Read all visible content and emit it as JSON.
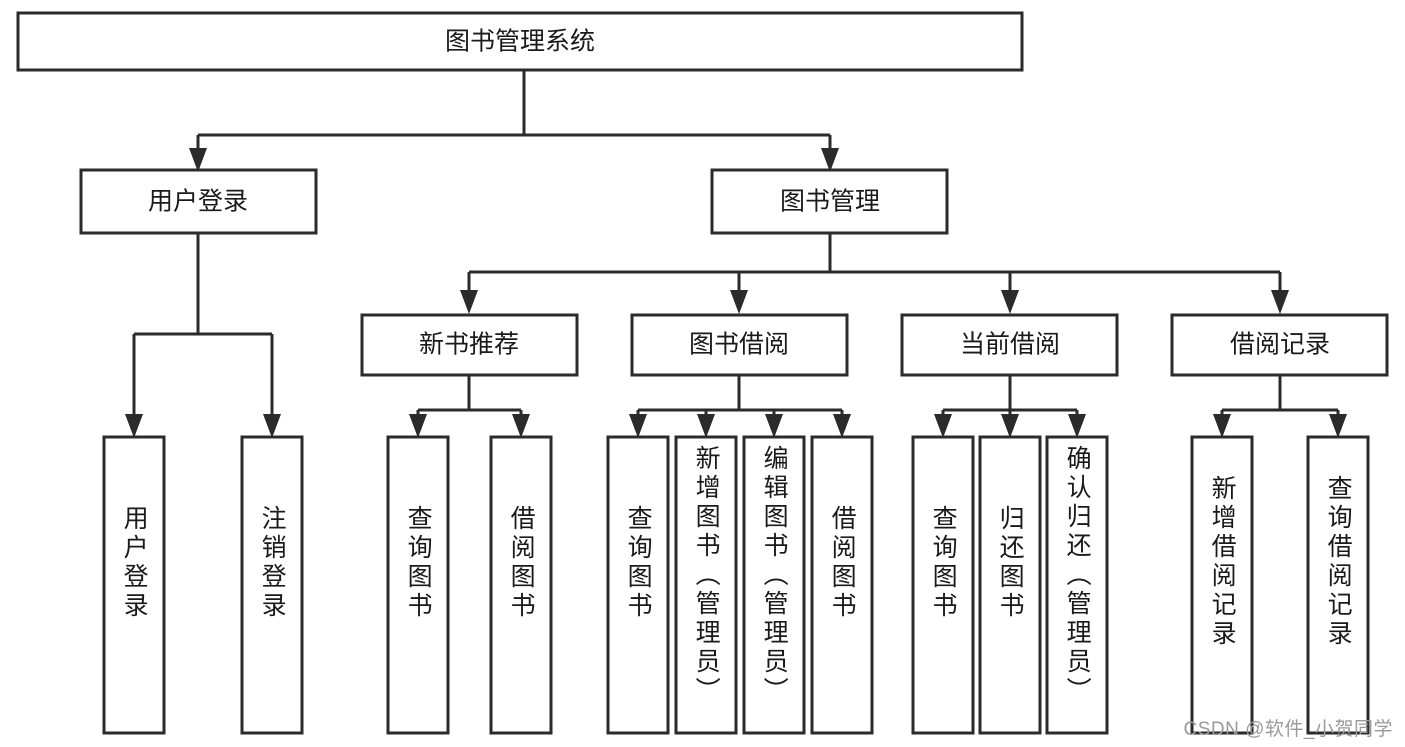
{
  "diagram": {
    "type": "tree-hierarchy-diagram",
    "title": "图书管理系统",
    "orientation": "top-down",
    "box_fill": "#ffffff",
    "box_stroke": "#2b2b2b",
    "text_color": "#1a1a1a",
    "background": "#ffffff"
  },
  "root": {
    "label": "图书管理系统"
  },
  "level2": [
    {
      "label": "用户登录"
    },
    {
      "label": "图书管理"
    }
  ],
  "level3": [
    {
      "label": "新书推荐"
    },
    {
      "label": "图书借阅"
    },
    {
      "label": "当前借阅"
    },
    {
      "label": "借阅记录"
    }
  ],
  "leaves": {
    "user_login": [
      {
        "label": "用户登录"
      },
      {
        "label": "注销登录"
      }
    ],
    "new_book_recommend": [
      {
        "label": "查询图书"
      },
      {
        "label": "借阅图书"
      }
    ],
    "book_borrow": [
      {
        "label": "查询图书"
      },
      {
        "label": "新增图书（管理员）"
      },
      {
        "label": "编辑图书（管理员）"
      },
      {
        "label": "借阅图书"
      }
    ],
    "current_borrow": [
      {
        "label": "查询图书"
      },
      {
        "label": "归还图书"
      },
      {
        "label": "确认归还（管理员）"
      }
    ],
    "borrow_record": [
      {
        "label": "新增借阅记录"
      },
      {
        "label": "查询借阅记录"
      }
    ]
  },
  "watermark": {
    "text": "CSDN @软件_小贺同学"
  }
}
